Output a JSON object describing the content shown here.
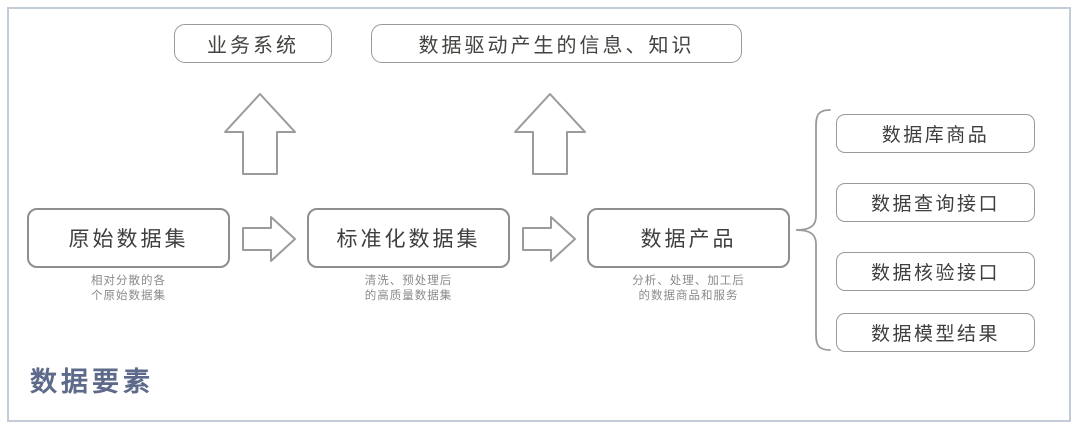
{
  "diagram": {
    "section_label": "数据要素",
    "outputs": [
      {
        "label": "业务系统"
      },
      {
        "label": "数据驱动产生的信息、知识"
      }
    ],
    "pipeline": [
      {
        "label": "原始数据集",
        "caption": "相对分散的各\n个原始数据集"
      },
      {
        "label": "标准化数据集",
        "caption": "清洗、预处理后\n的高质量数据集"
      },
      {
        "label": "数据产品",
        "caption": "分析、处理、加工后\n的数据商品和服务"
      }
    ],
    "product_forms": [
      {
        "label": "数据库商品"
      },
      {
        "label": "数据查询接口"
      },
      {
        "label": "数据核验接口"
      },
      {
        "label": "数据模型结果"
      }
    ],
    "connectors": [
      {
        "name": "up-arrow-business-system",
        "direction": "up"
      },
      {
        "name": "up-arrow-knowledge",
        "direction": "up"
      },
      {
        "name": "right-arrow-raw-to-standard",
        "direction": "right"
      },
      {
        "name": "right-arrow-standard-to-product",
        "direction": "right"
      },
      {
        "name": "brace-product-forms",
        "direction": "left-brace"
      }
    ],
    "colors": {
      "frame": "#c3ccd7",
      "box_border": "#8e8e91",
      "text": "#3f3f42",
      "caption": "#8a8a8a",
      "section_label": "#5d6a8a",
      "background": "#ffffff"
    }
  }
}
